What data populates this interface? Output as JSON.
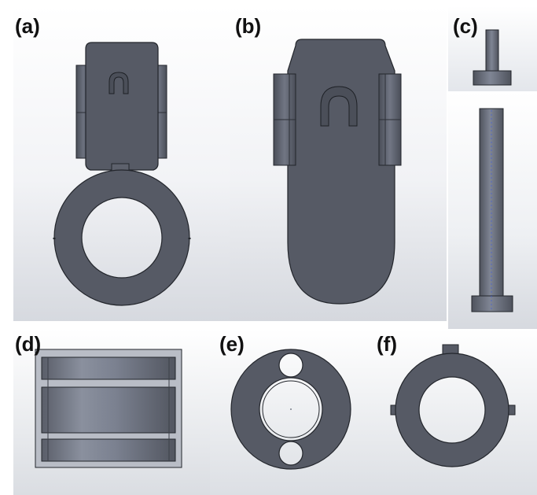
{
  "panels": [
    {
      "label": "(a)",
      "part": "bracket-with-ring"
    },
    {
      "label": "(b)",
      "part": "bracket-plate"
    },
    {
      "label": "(c)",
      "part": "pin-and-shaft"
    },
    {
      "label": "(d)",
      "part": "cylinder-side-view"
    },
    {
      "label": "(e)",
      "part": "ring-with-holes"
    },
    {
      "label": "(f)",
      "part": "keyed-washer"
    }
  ],
  "colors": {
    "part_fill": "#565a65",
    "part_stroke": "#23262c",
    "part_highlight": "#7b8190",
    "background_light": "#ffffff",
    "background_dark": "#d9dce2"
  }
}
